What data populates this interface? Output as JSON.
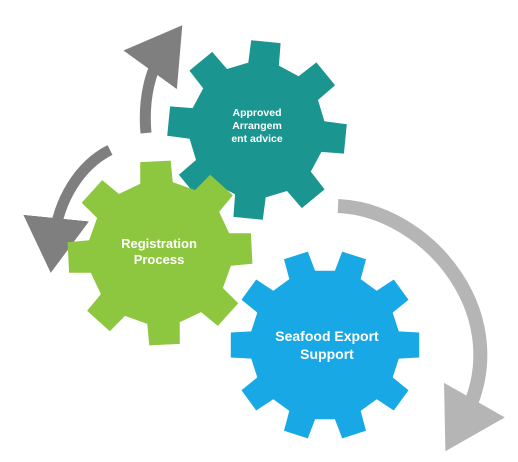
{
  "diagram": {
    "gears": [
      {
        "id": "approved",
        "lines": [
          "Approved",
          "Arrangem",
          "ent advice"
        ],
        "color": "#1b9590"
      },
      {
        "id": "registration",
        "lines": [
          "Registration",
          "Process"
        ],
        "color": "#8dc63f"
      },
      {
        "id": "seafood",
        "lines": [
          "Seafood Export",
          "Support"
        ],
        "color": "#19a8e6"
      }
    ],
    "arrows": [
      {
        "id": "arrow-top-left",
        "color": "#7f7f7f"
      },
      {
        "id": "arrow-left",
        "color": "#7f7f7f"
      },
      {
        "id": "arrow-right-big",
        "color": "#b5b5b5"
      }
    ]
  }
}
